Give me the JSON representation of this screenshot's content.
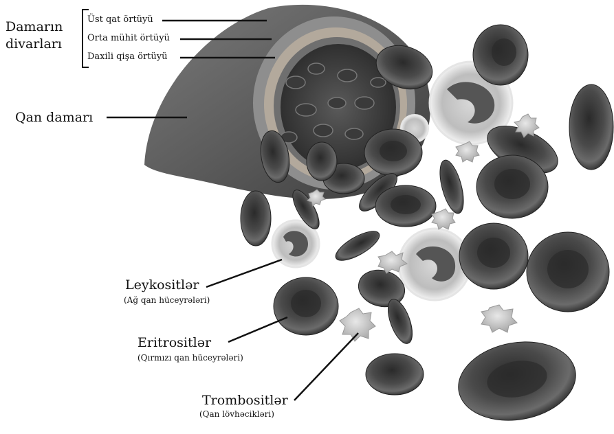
{
  "vessel_walls": {
    "title_line1": "Damarın",
    "title_line2": "divarları",
    "layers": [
      "Üst qat örtüyü",
      "Orta mühit örtüyü",
      "Daxili qişa örtüyü"
    ]
  },
  "blood_vessel": "Qan damarı",
  "leukocytes": {
    "name": "Leykositlər",
    "desc": "(Ağ qan hüceyrələri)"
  },
  "erythrocytes": {
    "name": "Eritrositlər",
    "desc": "(Qırmızı qan hüceyrələri)"
  },
  "thrombocytes": {
    "name": "Trombositlər",
    "desc": "(Qan lövhəcikləri)"
  }
}
